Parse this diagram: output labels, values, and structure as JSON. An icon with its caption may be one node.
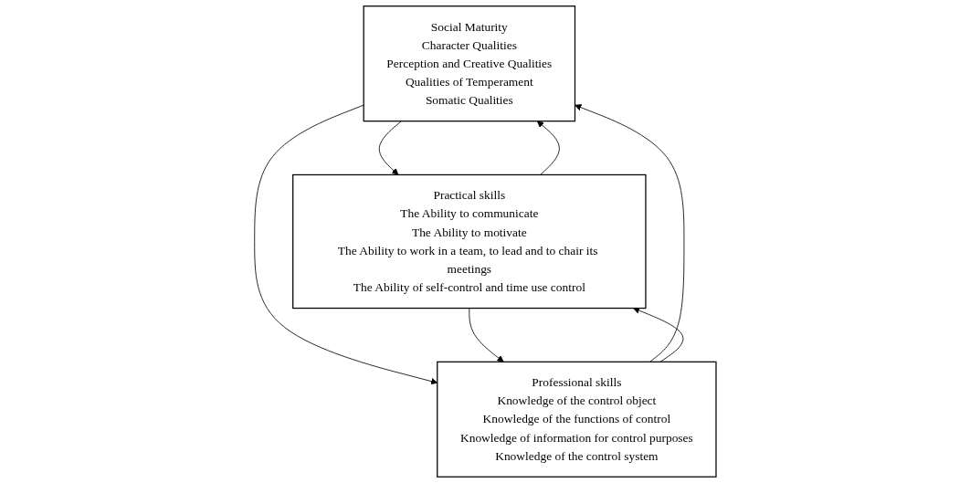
{
  "diagram": {
    "nodes": [
      {
        "text": [
          "Social Maturity",
          "Character Qualities",
          "Perception and Creative Qualities",
          "Qualities of Temperament",
          "Somatic Qualities"
        ]
      },
      {
        "text": [
          "Practical skills",
          "The Ability to communicate",
          "The Ability to motivate",
          "The Ability to work in a team, to lead and to chair its meetings",
          "The Ability of self-control and time use control"
        ]
      },
      {
        "text": [
          "Professional skills",
          "Knowledge of the control object",
          "Knowledge of the functions of control",
          "Knowledge of information for control purposes",
          "Knowledge of the control system"
        ]
      }
    ],
    "edges": [
      {
        "from": 1,
        "to": 0,
        "arrow": "to"
      },
      {
        "from": 0,
        "to": 1,
        "arrow": "to"
      },
      {
        "from": 2,
        "to": 0,
        "arrow": "to"
      },
      {
        "from": 0,
        "to": 2,
        "arrow": "to"
      },
      {
        "from": 1,
        "to": 2,
        "arrow": "to"
      },
      {
        "from": 2,
        "to": 1,
        "arrow": "to"
      }
    ]
  }
}
